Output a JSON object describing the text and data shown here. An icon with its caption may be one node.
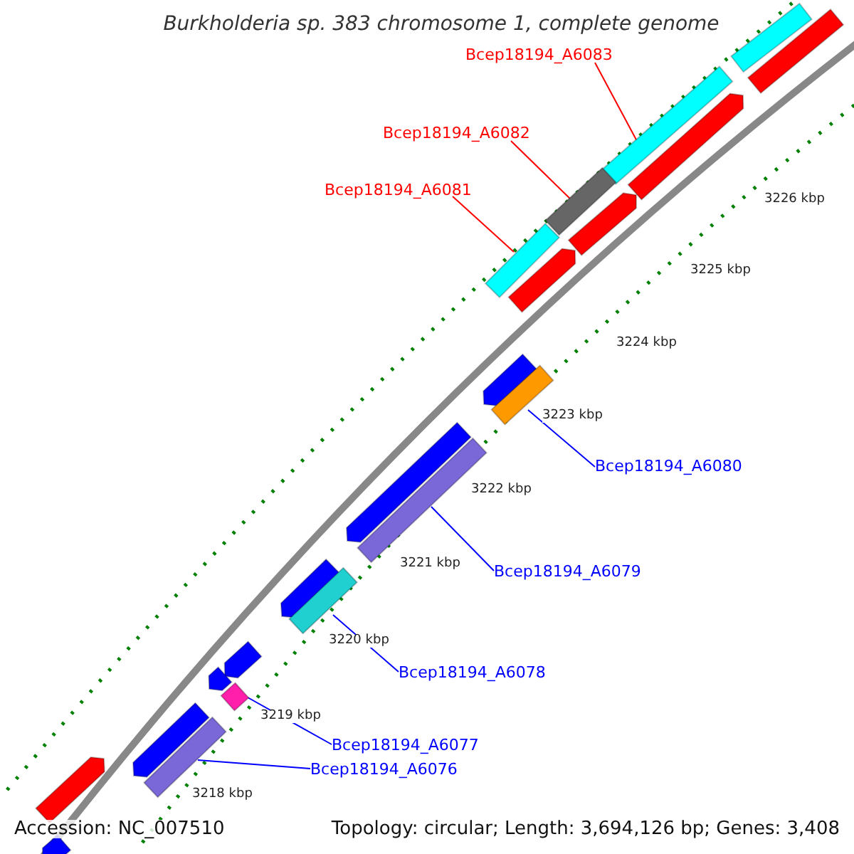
{
  "diagram": {
    "title": "Burkholderia sp. 383 chromosome 1, complete genome",
    "nodes": [
      {
        "text": [
          "Bcep18194_A6083"
        ]
      },
      {
        "text": [
          "Bcep18194_A6082"
        ]
      },
      {
        "text": [
          "Bcep18194_A6081"
        ]
      },
      {
        "text": [
          "Bcep18194_A6080"
        ]
      },
      {
        "text": [
          "Bcep18194_A6079"
        ]
      },
      {
        "text": [
          "Bcep18194_A6078"
        ]
      },
      {
        "text": [
          "Bcep18194_A6077"
        ]
      },
      {
        "text": [
          "Bcep18194_A6076"
        ]
      },
      {
        "text": [],
        "shape": "bar"
      },
      {
        "text": [],
        "shape": "bar"
      },
      {
        "text": [],
        "shape": "bar"
      },
      {
        "text": [],
        "shape": "bar"
      },
      {
        "text": [],
        "shape": "bar"
      },
      {
        "text": [],
        "shape": "bar"
      },
      {
        "text": [],
        "shape": "bar"
      },
      {
        "text": [],
        "shape": "bar"
      },
      {
        "text": [],
        "shape": "bar"
      },
      {
        "text": [],
        "shape": "bar"
      },
      {
        "text": [],
        "shape": "bar"
      },
      {
        "text": [],
        "shape": "bar"
      },
      {
        "text": [],
        "shape": "bar"
      },
      {
        "text": [],
        "shape": "bar"
      },
      {
        "text": [],
        "shape": "bar"
      },
      {
        "text": [],
        "shape": "bar"
      },
      {
        "text": [],
        "shape": "bar"
      },
      {
        "text": [],
        "shape": "bar"
      },
      {
        "text": [],
        "shape": "bar"
      },
      {
        "text": [],
        "shape": "bar"
      },
      {
        "text": [],
        "shape": "bar"
      }
    ],
    "edges": [
      {
        "from": 0,
        "to": 10,
        "arrow": "none",
        "color": "#ff0000"
      },
      {
        "from": 1,
        "to": 12,
        "arrow": "none",
        "color": "#ff0000"
      },
      {
        "from": 2,
        "to": 14,
        "arrow": "none",
        "color": "#ff0000"
      },
      {
        "from": 3,
        "to": 17,
        "arrow": "none"
      },
      {
        "from": 4,
        "to": 19,
        "arrow": "none"
      },
      {
        "from": 5,
        "to": 21,
        "arrow": "none"
      },
      {
        "from": 6,
        "to": 24,
        "arrow": "none"
      },
      {
        "from": 7,
        "to": 26,
        "arrow": "none"
      }
    ],
    "labels": [
      "3226 kbp",
      "3225 kbp",
      "3224 kbp",
      "3223 kbp",
      "3222 kbp",
      "3221 kbp",
      "3220 kbp",
      "3219 kbp",
      "3218 kbp",
      "Accession: NC_007510",
      "Topology: circular; Length: 3,694,126 bp; Genes: 3,408"
    ]
  }
}
